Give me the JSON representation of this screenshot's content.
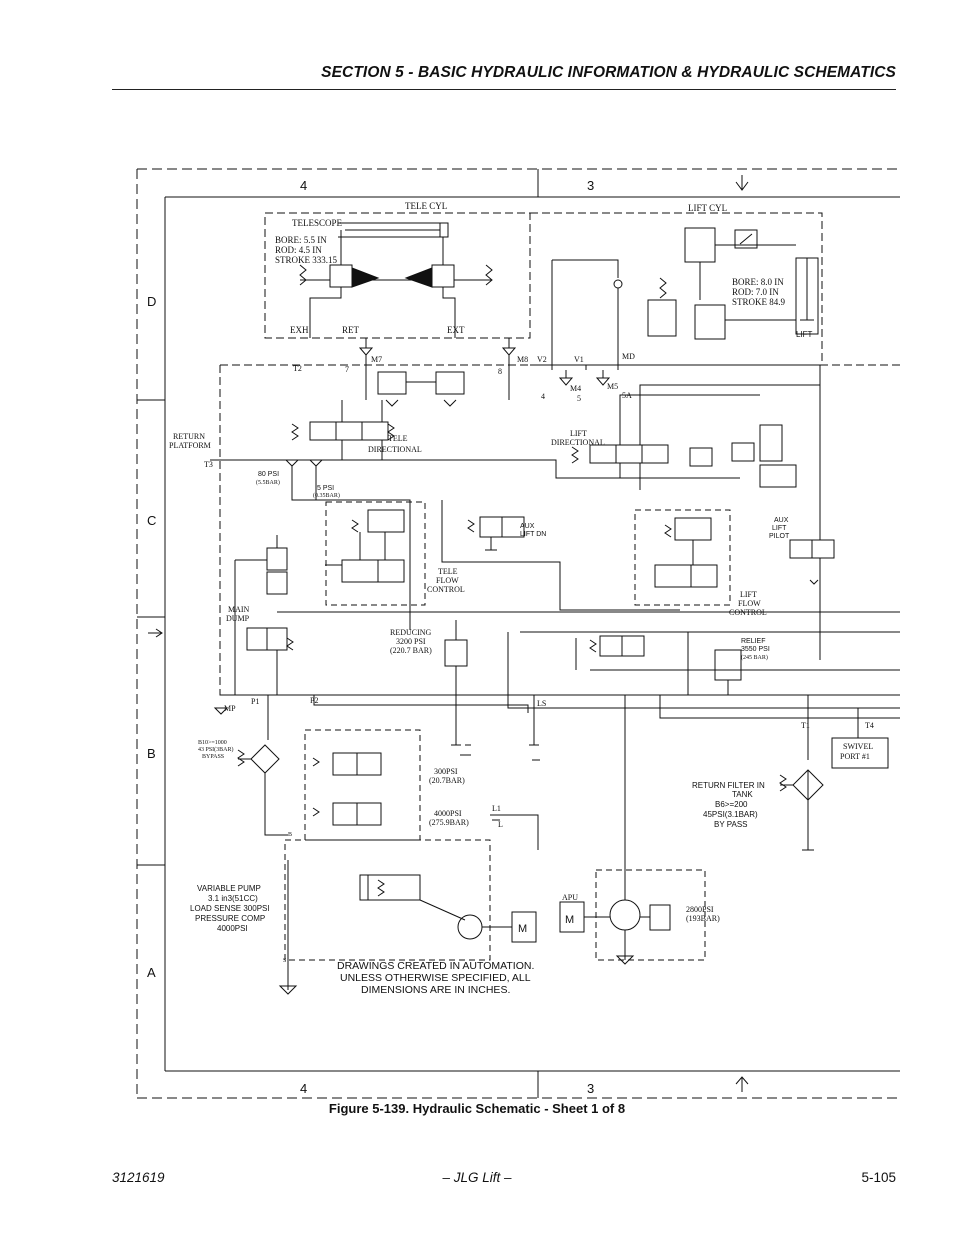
{
  "header": {
    "section_title": "SECTION 5 - BASIC HYDRAULIC INFORMATION & HYDRAULIC SCHEMATICS"
  },
  "schematic": {
    "zone_cols": [
      "4",
      "3"
    ],
    "zone_rows": [
      "D",
      "C",
      "B",
      "A"
    ],
    "labels": {
      "tele_cyl": "TELE CYL",
      "lift_cyl": "LIFT  CYL",
      "telescope": "TELESCOPE",
      "tele_bore": "BORE: 5.5 IN",
      "tele_rod": "ROD: 4.5 IN",
      "tele_stroke": "STROKE 333.15",
      "lift_bore": "BORE: 8.0 IN",
      "lift_rod": "ROD: 7.0 IN",
      "lift_stroke": "STROKE 84.9",
      "lift_small": "LIFT",
      "exh": "EXH",
      "ret": "RET",
      "ext": "EXT",
      "m7": "M7",
      "m8": "M8",
      "m4": "M4",
      "m5": "M5",
      "v1": "V1",
      "v2": "V2",
      "md": "MD",
      "t2": "T2",
      "t3": "T3",
      "t1": "T1",
      "t4": "T4",
      "n7": "7",
      "n8": "8",
      "n4": "4",
      "n5": "5",
      "n5a": "5A",
      "return_platform_1": "RETURN",
      "return_platform_2": "PLATFORM",
      "tele_directional_1": "TELE",
      "tele_directional_2": "DIRECTIONAL",
      "lift_directional_1": "LIFT",
      "lift_directional_2": "DIRECTIONAL",
      "psi80": "80 PSI",
      "psi80_bar": "(5.5BAR)",
      "psi5": "5 PSI",
      "psi5_bar": "(0.35BAR)",
      "aux_lift_dn_1": "AUX",
      "aux_lift_dn_2": "LIFT DN",
      "aux_lift_pilot_1": "AUX",
      "aux_lift_pilot_2": "LIFT",
      "aux_lift_pilot_3": "PILOT",
      "tele_flow_1": "TELE",
      "tele_flow_2": "FLOW",
      "tele_flow_3": "CONTROL",
      "lift_flow_1": "LIFT",
      "lift_flow_2": "FLOW",
      "lift_flow_3": "CONTROL",
      "main_dump_1": "MAIN",
      "main_dump_2": "DUMP",
      "reducing_1": "REDUCING",
      "reducing_2": "3200 PSI",
      "reducing_3": "(220.7 BAR)",
      "relief_1": "RELIEF",
      "relief_2": "3550 PSI",
      "relief_3": "(245 BAR)",
      "mp": "MP",
      "p1": "P1",
      "p2": "P2",
      "ls": "LS",
      "bypass_1": "B10>=1000",
      "bypass_2": "43 PSI(3BAR)",
      "bypass_3": "BYPASS",
      "psi300_1": "300PSI",
      "psi300_2": "(20.7BAR)",
      "psi4000_1": "4000PSI",
      "psi4000_2": "(275.9BAR)",
      "l1": "L1",
      "l": "L",
      "swivel_1": "SWIVEL",
      "swivel_2": "PORT #1",
      "return_filter_1": "RETURN FILTER IN",
      "return_filter_2": "TANK",
      "return_filter_3": "B6>=200",
      "return_filter_4": "45PSI(3.1BAR)",
      "return_filter_5": "BY PASS",
      "pump_1": "VARIABLE PUMP",
      "pump_2": "3.1 in3(51CC)",
      "pump_3": "LOAD SENSE 300PSI",
      "pump_4": "PRESSURE COMP",
      "pump_5": "4000PSI",
      "apu": "APU",
      "psi2800_1": "2800PSI",
      "psi2800_2": "(193BAR)",
      "s": "S",
      "b": "B",
      "motor": "M",
      "note_1": "DRAWINGS CREATED IN AUTOMATION.",
      "note_2": "UNLESS OTHERWISE SPECIFIED, ALL",
      "note_3": "DIMENSIONS ARE IN INCHES."
    }
  },
  "caption": "Figure 5-139.  Hydraulic Schematic - Sheet 1 of 8",
  "footer": {
    "doc_number": "3121619",
    "publisher": "– JLG Lift –",
    "page": "5-105"
  }
}
